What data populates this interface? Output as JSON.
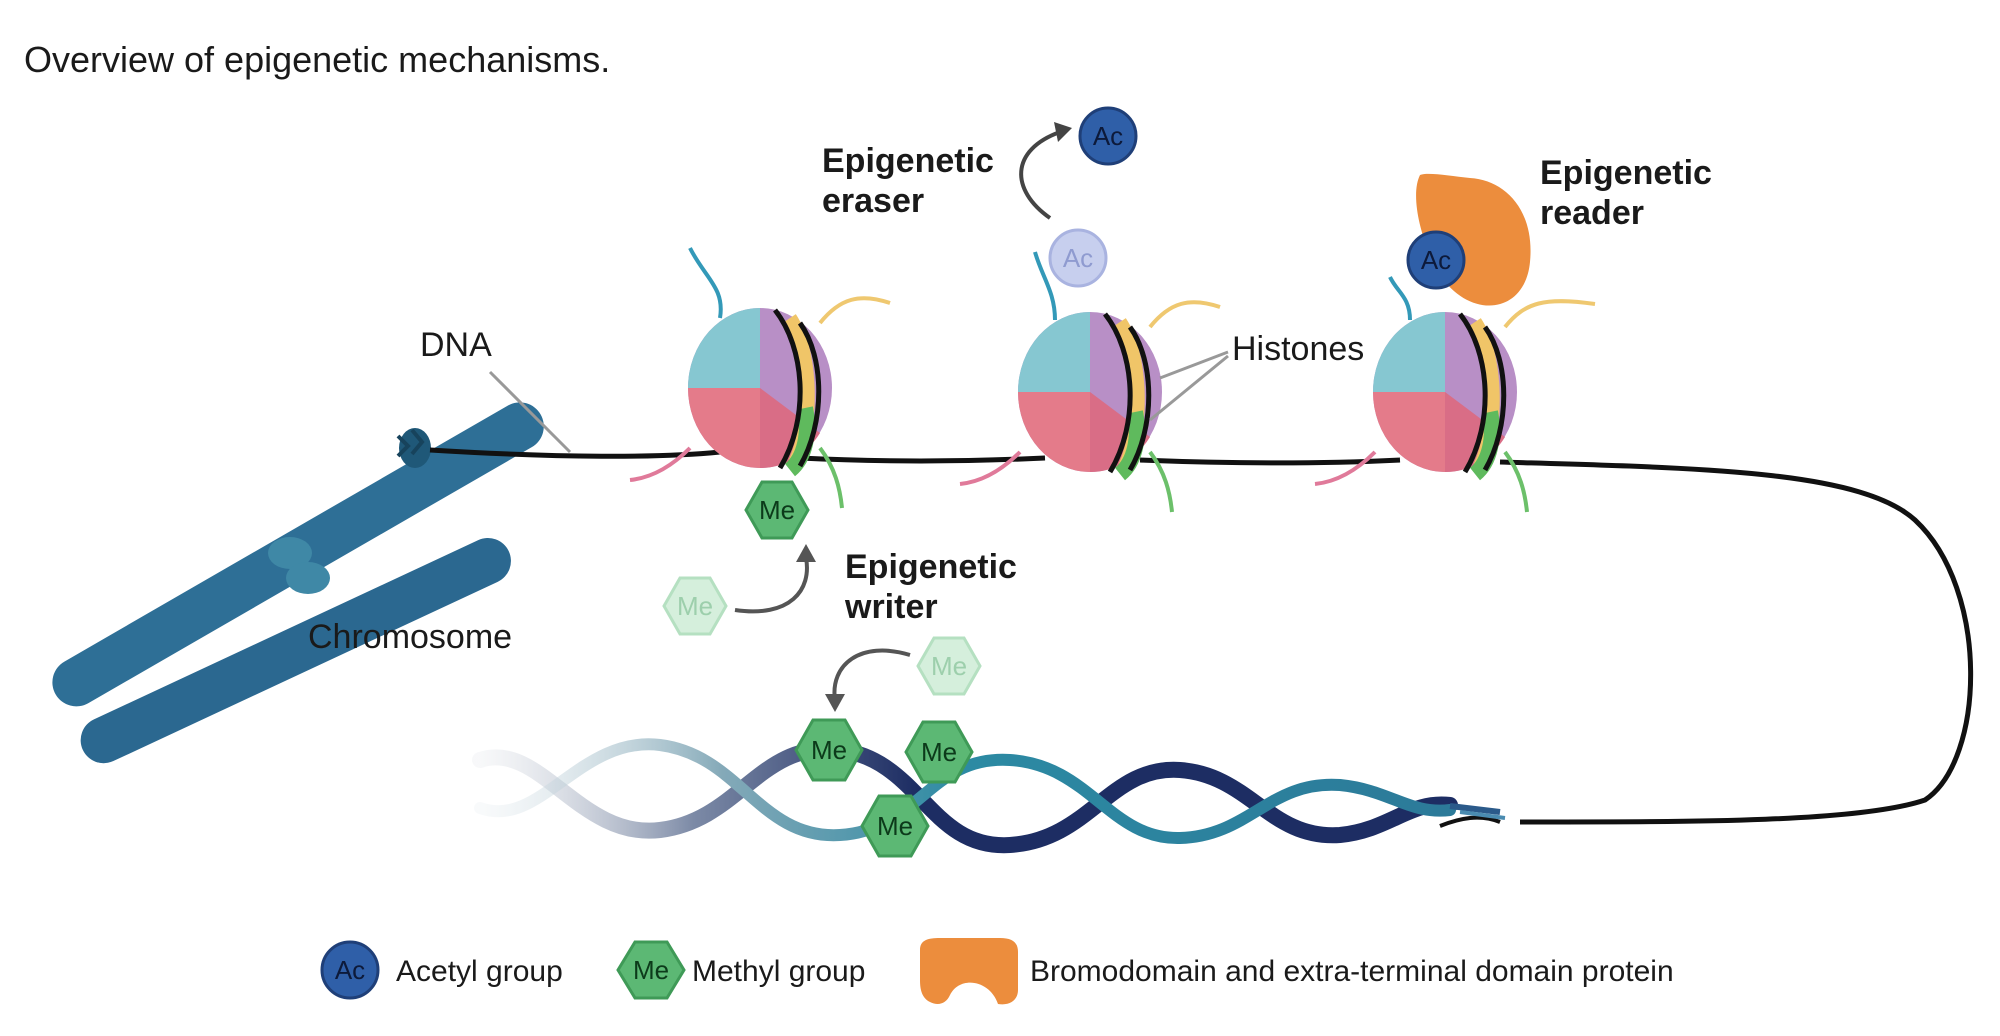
{
  "title": "Overview of epigenetic mechanisms.",
  "labels": {
    "dna": "DNA",
    "chromosome": "Chromosome",
    "histones": "Histones",
    "eraser": [
      "Epigenetic",
      "eraser"
    ],
    "reader": [
      "Epigenetic",
      "reader"
    ],
    "writer": [
      "Epigenetic",
      "writer"
    ]
  },
  "badges": {
    "acetyl": "Ac",
    "methyl": "Me"
  },
  "legend": {
    "acetyl": "Acetyl group",
    "methyl": "Methyl group",
    "bet": "Bromodomain and extra-terminal domain protein"
  },
  "colors": {
    "acetyl": "#2f5fa8",
    "methyl": "#5cb874",
    "reader_protein": "#ec8d3d",
    "chromosome": "#2e6f96",
    "dna_dark": "#1d2d63",
    "dna_light": "#2c8aa3"
  }
}
